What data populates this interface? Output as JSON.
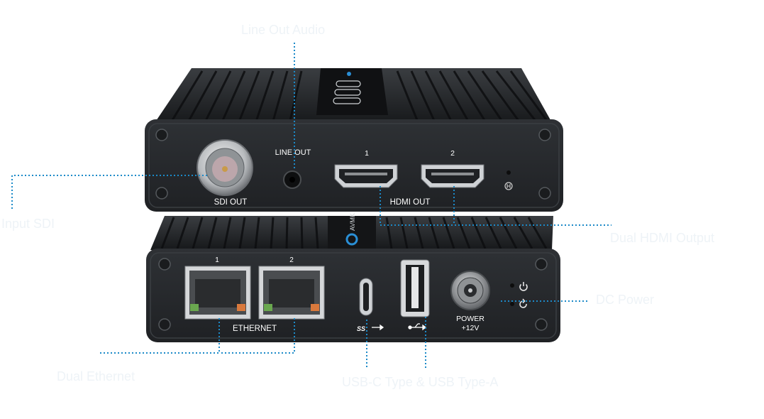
{
  "callouts": {
    "top_center": "Line Out Audio",
    "left": "Input SDI",
    "right_upper": "Dual HDMI Output",
    "right_lower": "DC Power",
    "bottom_left": "Dual Ethernet",
    "bottom_center": "USB-C Type & USB Type-A"
  },
  "front_panel": {
    "sdi_label": "SDI OUT",
    "line_out_label": "LINE OUT",
    "hdmi_port_1": "1",
    "hdmi_port_2": "2",
    "hdmi_label": "HDMI OUT"
  },
  "rear_panel": {
    "ethernet_port_1": "1",
    "ethernet_port_2": "2",
    "ethernet_label": "ETHERNET",
    "usb_c_label": "SS",
    "power_label_1": "POWER",
    "power_label_2": "+12V"
  },
  "colors": {
    "callout_line": "#1c8ac8",
    "body": "#202326",
    "panel": "#2a2d30",
    "label_text": "#ffffff"
  }
}
